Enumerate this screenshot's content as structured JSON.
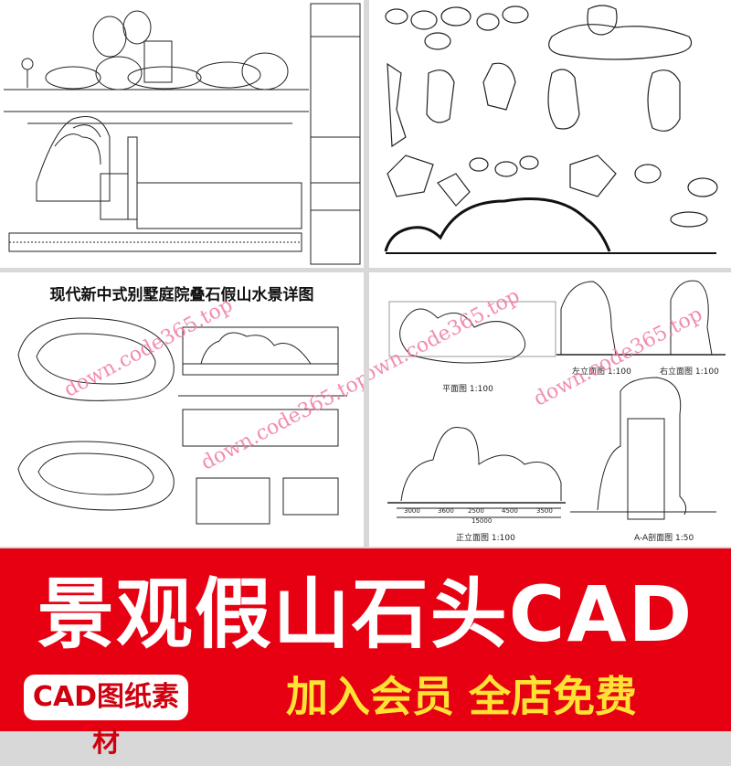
{
  "panels": {
    "bottom_left": {
      "title": "现代新中式别墅庭院叠石假山水景详图"
    },
    "bottom_right": {
      "labels": [
        "平面图 1:100",
        "左立面图 1:100",
        "右立面图 1:100",
        "正立面图 1:100",
        "A-A剖面图 1:50"
      ],
      "dimensions": [
        "3000",
        "3600",
        "2500",
        "4500",
        "3500",
        "15000"
      ]
    }
  },
  "watermark": "down.code365.top",
  "banner": {
    "title": "景观假山石头CAD",
    "tag": "CAD图纸素材",
    "promo": "加入会员 全店免费",
    "colors": {
      "background": "#e60012",
      "title": "#ffffff",
      "promo": "#ffe233",
      "tag_text": "#d0000e"
    }
  }
}
